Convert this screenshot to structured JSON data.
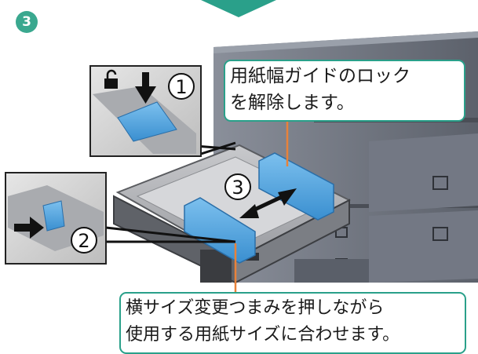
{
  "step": {
    "number": "3"
  },
  "callouts": {
    "lock": {
      "line1": "用紙幅ガイドのロック",
      "line2": "を解除します。"
    },
    "slide": {
      "line1": "横サイズ変更つまみを押しながら",
      "line2": "使用する用紙サイズに合わせます。"
    }
  },
  "markers": {
    "m1": "1",
    "m2": "2",
    "m3": "3"
  },
  "colors": {
    "accent": "#2aa08a",
    "guide": "#4a9fd8",
    "leader": "#e8823a",
    "printer": "#6a6f7a"
  },
  "icons": [
    "unlock-icon",
    "down-arrow-icon",
    "push-arrow-icon",
    "slide-double-arrow-icon",
    "guide-arrow-indicator"
  ]
}
